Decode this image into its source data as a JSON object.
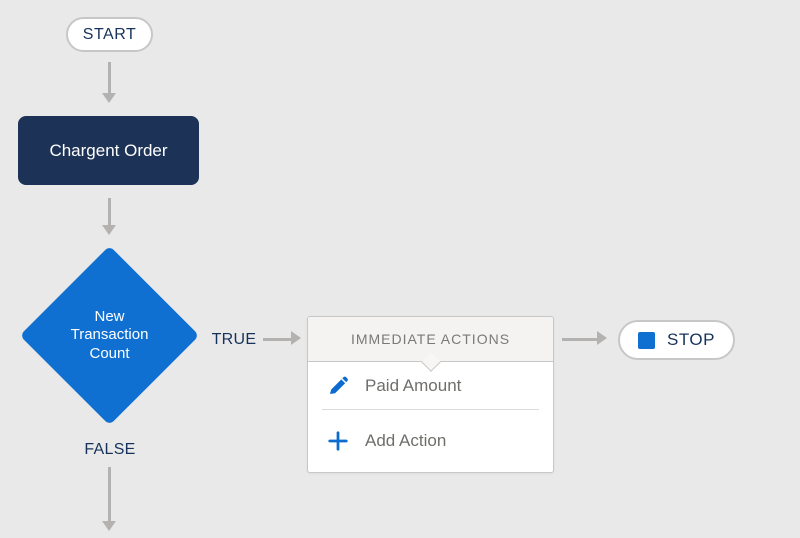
{
  "flow": {
    "start": {
      "label": "START"
    },
    "trigger": {
      "label": "Chargent Order"
    },
    "decision": {
      "label": "New Transaction Count"
    },
    "branches": {
      "true_label": "TRUE",
      "false_label": "FALSE"
    },
    "immediate_actions": {
      "title": "IMMEDIATE ACTIONS",
      "actions": [
        {
          "icon": "pencil-icon",
          "label": "Paid Amount"
        }
      ],
      "add_action_label": "Add Action"
    },
    "stop": {
      "label": "STOP"
    }
  },
  "colors": {
    "canvas_bg": "#e9e9e9",
    "trigger_bg": "#1c3256",
    "decision_bg": "#1070d2",
    "accent_blue": "#1070d2",
    "navy_text": "#16325c",
    "gray_text": "#706e6b",
    "arrow_gray": "#b3b2b1"
  }
}
